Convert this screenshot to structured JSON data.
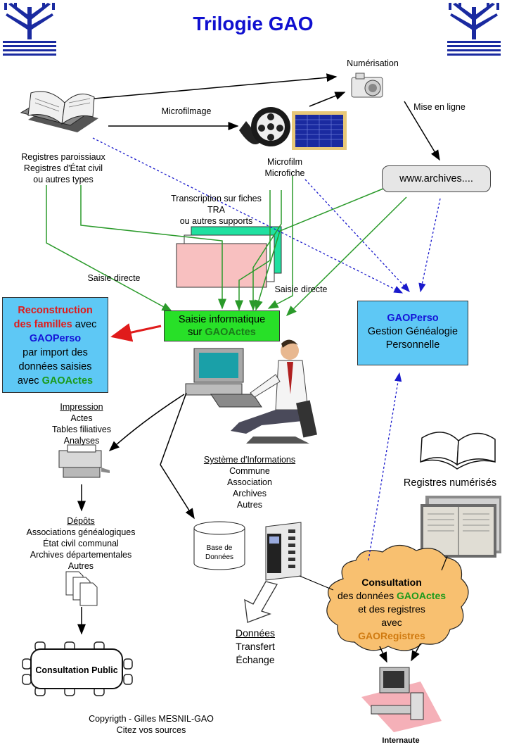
{
  "title": "Trilogie GAO",
  "sources": {
    "line1": "Registres paroissiaux",
    "line2": "Registres d'État civil",
    "line3": "ou autres types"
  },
  "numerisation": "Numérisation",
  "microfilmage": "Microfilmage",
  "mise_en_ligne": "Mise en ligne",
  "microfilm": {
    "line1": "Microfilm",
    "line2": "Microfiche"
  },
  "archives_box": "www.archives....",
  "transcription": {
    "line1": "Transcription sur fiches",
    "line2": "TRA",
    "line3": "ou autres supports"
  },
  "saisie_directe_left": "Saisie directe",
  "saisie_directe_right": "Saisie directe",
  "saisie_box": {
    "line1": "Saisie informatique",
    "line2_prefix": "sur ",
    "line2_name": "GAOActes"
  },
  "reconstruction": {
    "l1": "Reconstruction",
    "l2a": "des familles",
    "l2b": " avec",
    "l3": "GAOPerso",
    "l4": "par import des",
    "l5": "données saisies",
    "l6a": "avec ",
    "l6b": "GAOActes"
  },
  "gaoperso_box": {
    "name": "GAOPerso",
    "line2": "Gestion Généalogie",
    "line3": "Personnelle"
  },
  "impression": {
    "heading": "Impression",
    "items": [
      "Actes",
      "Tables filiatives",
      "Analyses"
    ]
  },
  "systeme": {
    "heading": "Système d'Informations",
    "items": [
      "Commune",
      "Association",
      "Archives",
      "Autres"
    ]
  },
  "depots": {
    "heading": "Dépôts",
    "items": [
      "Associations généalogiques",
      "État civil communal",
      "Archives départementales",
      "Autres"
    ]
  },
  "database": {
    "line1": "Base de",
    "line2": "Données"
  },
  "donnees": {
    "heading": "Données",
    "line2": "Transfert",
    "line3": "Échange"
  },
  "registres_numerises": "Registres numérisés",
  "consultation_cloud": {
    "heading": "Consultation",
    "l2a": "des données ",
    "l2b": "GAOActes",
    "l3": "et des registres",
    "l4": "avec",
    "l5": "GAORegistres"
  },
  "consultation_public": "Consultation Public",
  "internaute": "Internaute",
  "copyright": {
    "line1": "Copyrigth - Gilles MESNIL-GAO",
    "line2": "Citez vos sources"
  },
  "colors": {
    "title_blue": "#1010d0",
    "box_blue": "#5ec8f5",
    "box_green": "#28e028",
    "green_arrow": "#2a9a2a",
    "blue_dotted": "#1a1acc",
    "red_arrow": "#e01b1b",
    "cloud_orange": "#f8c070",
    "card_pink": "#f8c0c0",
    "card_mint": "#20e0a0"
  },
  "icons": [
    "tree-logo-icon",
    "open-book-icon",
    "camera-icon",
    "film-reel-icon",
    "microfiche-icon",
    "computer-user-icon",
    "printer-icon",
    "documents-icon",
    "conference-table-icon",
    "database-icon",
    "server-icon",
    "scanned-register-icon",
    "workstation-icon"
  ]
}
